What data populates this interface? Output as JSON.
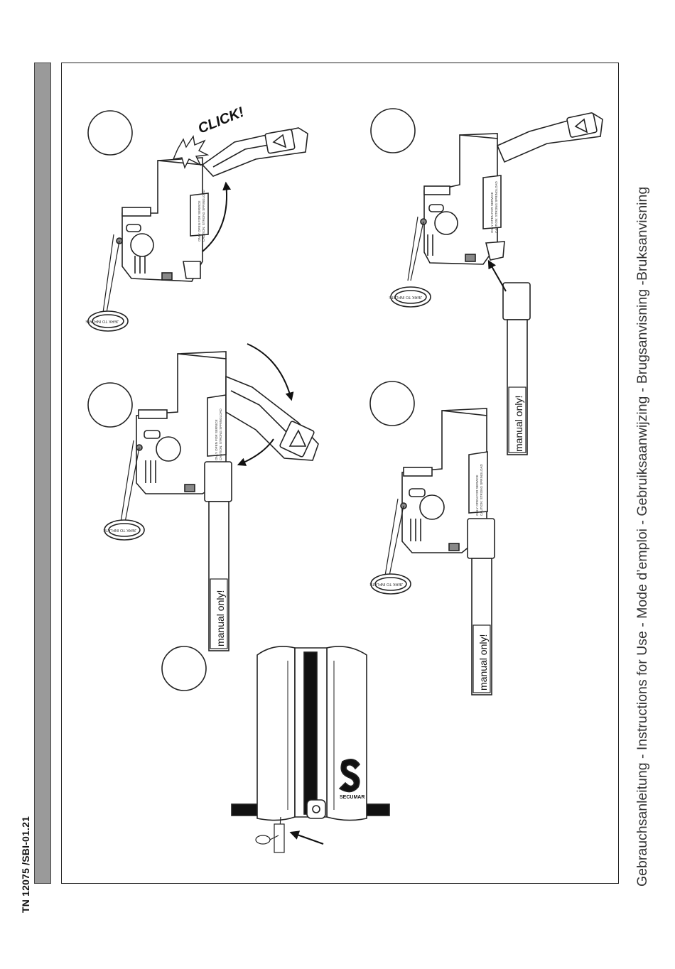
{
  "document": {
    "code": "TN 12075 /SBI-01.21",
    "side_title": "Gebrauchsanleitung - Instructions for Use - Mode d’emploi -  Gebruiksaanwijzing  - Brugsanvisning -Bruksanvisning"
  },
  "figures": {
    "click_label": "CLICK!",
    "manual_label": "manual only!",
    "brand": "SECUMAR",
    "pull_tag": "JERK TO INFLATE",
    "service_line1": "ONLY OPEN FOR SERVICE",
    "service_line2": "CAUTION: STRONG SPRINGLOAD"
  }
}
